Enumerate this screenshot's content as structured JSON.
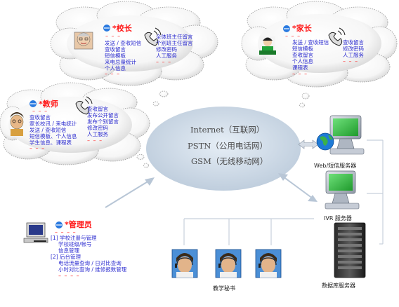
{
  "principal": {
    "role": "*校长",
    "dashes": "– – –",
    "col1": [
      "发送 / 查收短信",
      "查收留言",
      "短信模板",
      "来电总量统计",
      "个人信息",
      "– – –"
    ],
    "col2": [
      "全体班主任留言",
      "个别班主任留言",
      "修改密码",
      "人工服务",
      "– – –"
    ]
  },
  "parent": {
    "role": "*家长",
    "dashes": "– – –",
    "col1": [
      "发送 / 查收短信",
      "短信模板",
      "查收留言",
      "个人信息",
      "课程表",
      "– – –"
    ],
    "col2": [
      "查收留言",
      "修改密码",
      "人工服务",
      "– – –"
    ]
  },
  "teacher": {
    "role": "*教师",
    "dashes": "– – –",
    "col1": [
      "查收留言",
      "家长校讯 / 来电统计",
      "发送 / 查收短信",
      "短信模板、个人信息",
      "学生信息、课程表",
      "– – –"
    ],
    "col2": [
      "查收留言",
      "发布公开留言",
      "发布个别留言",
      "修改密码",
      "人工服务",
      "– – –"
    ]
  },
  "admin": {
    "role": "*管理员",
    "dashes": "– – – –",
    "lines": [
      "[1] 学校注册与管理",
      "学校班级/帐号",
      "信息管理",
      "[2] 后台管理",
      "电话流量查询 / 日对比查询",
      "小时对比查询 / 维修报数管理",
      "– – – –"
    ]
  },
  "network": [
    "Internet（互联网）",
    "PSTN（公用电话网）",
    "GSM（无线移动网）"
  ],
  "servers": {
    "web": "Web/短信服务器",
    "ivr": "IVR 服务器",
    "db": "数据库服务器"
  },
  "secretary": "教学秘书"
}
